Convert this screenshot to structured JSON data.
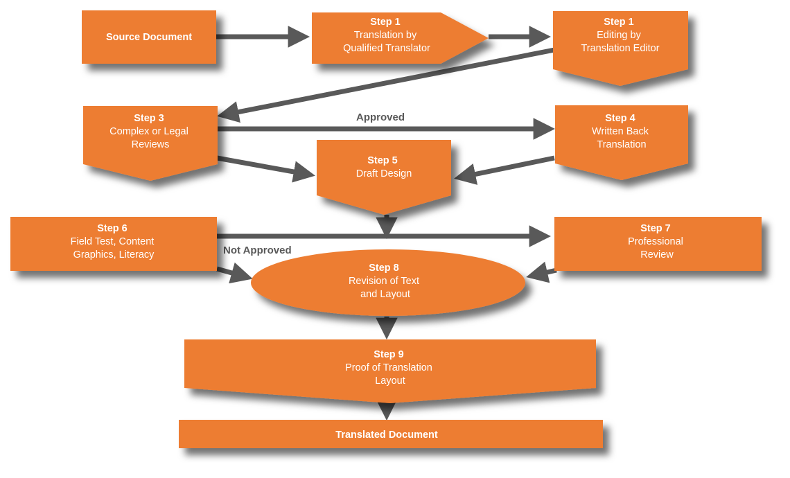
{
  "colors": {
    "node_fill": "#ED7D31",
    "arrow": "#595959",
    "edge_label": "#595959",
    "text": "#FFFFFF"
  },
  "nodes": {
    "source": {
      "lines": [
        "Source Document"
      ]
    },
    "step1a": {
      "lines": [
        "Step 1",
        "Translation by",
        "Qualified Translator"
      ]
    },
    "step1b": {
      "lines": [
        "Step 1",
        "Editing by",
        "Translation Editor"
      ]
    },
    "step3": {
      "lines": [
        "Step 3",
        "Complex or Legal",
        "Reviews"
      ]
    },
    "step4": {
      "lines": [
        "Step 4",
        "Written Back",
        "Translation"
      ]
    },
    "step5": {
      "lines": [
        "Step 5",
        "Draft Design"
      ]
    },
    "step6": {
      "lines": [
        "Step 6",
        "Field Test, Content",
        "Graphics, Literacy"
      ]
    },
    "step7": {
      "lines": [
        "Step 7",
        "Professional",
        "Review"
      ]
    },
    "step8": {
      "lines": [
        "Step 8",
        "Revision of Text",
        "and Layout"
      ]
    },
    "step9": {
      "lines": [
        "Step 9",
        "Proof of Translation",
        "Layout"
      ]
    },
    "translated": {
      "lines": [
        "Translated Document"
      ]
    }
  },
  "edge_labels": {
    "approved": "Approved",
    "not_approved": "Not Approved"
  }
}
